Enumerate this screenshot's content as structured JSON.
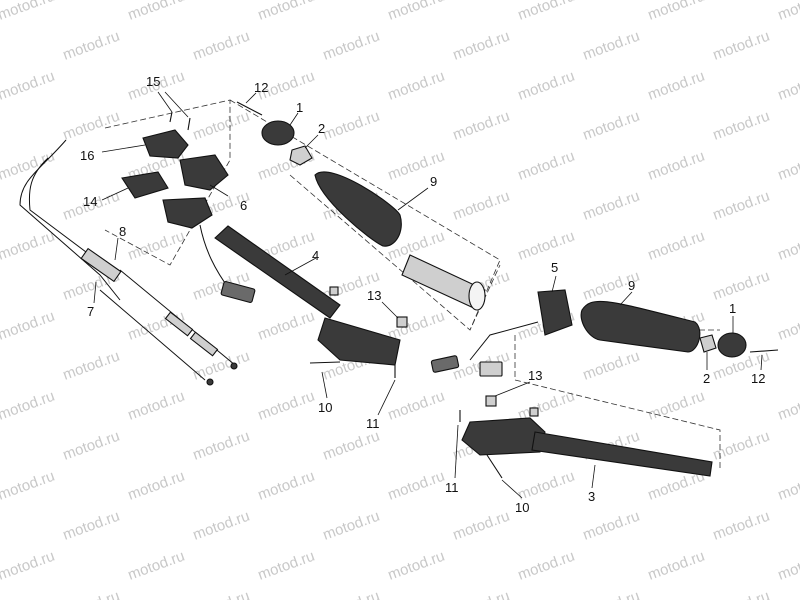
{
  "diagram": {
    "watermark_text": "motod.ru",
    "callouts": {
      "c1a": "1",
      "c1b": "1",
      "c2a": "2",
      "c2b": "2",
      "c3": "3",
      "c4": "4",
      "c5": "5",
      "c6": "6",
      "c7": "7",
      "c8": "8",
      "c9a": "9",
      "c9b": "9",
      "c10a": "10",
      "c10b": "10",
      "c11a": "11",
      "c11b": "11",
      "c12a": "12",
      "c12b": "12",
      "c13a": "13",
      "c13b": "13",
      "c14": "14",
      "c15": "15",
      "c16": "16"
    },
    "colors": {
      "part_dark": "#3a3a3a",
      "part_mid": "#6a6a6a",
      "part_light": "#cfcfcf",
      "watermark": "#c8c8c8"
    }
  }
}
